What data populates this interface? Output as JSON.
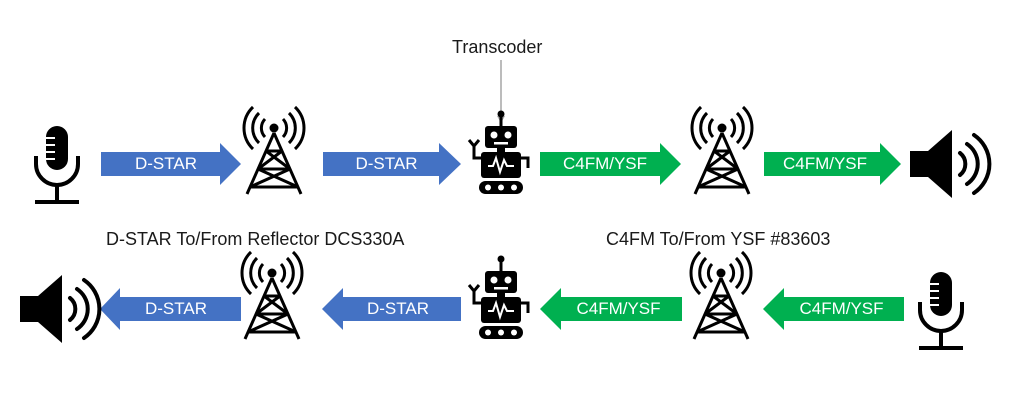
{
  "title": "Transcoder",
  "row1": {
    "arrows": [
      {
        "label": "D-STAR",
        "color": "#4472C4"
      },
      {
        "label": "D-STAR",
        "color": "#4472C4"
      },
      {
        "label": "C4FM/YSF",
        "color": "#00B050"
      },
      {
        "label": "C4FM/YSF",
        "color": "#00B050"
      }
    ]
  },
  "row2": {
    "arrows": [
      {
        "label": "D-STAR",
        "color": "#4472C4"
      },
      {
        "label": "D-STAR",
        "color": "#4472C4"
      },
      {
        "label": "C4FM/YSF",
        "color": "#00B050"
      },
      {
        "label": "C4FM/YSF",
        "color": "#00B050"
      }
    ]
  },
  "captions": {
    "dstar": "D-STAR To/From Reflector DCS330A",
    "c4fm": "C4FM To/From YSF #83603"
  },
  "icons": [
    "microphone-icon",
    "radio-tower-icon",
    "robot-icon",
    "speaker-icon"
  ]
}
